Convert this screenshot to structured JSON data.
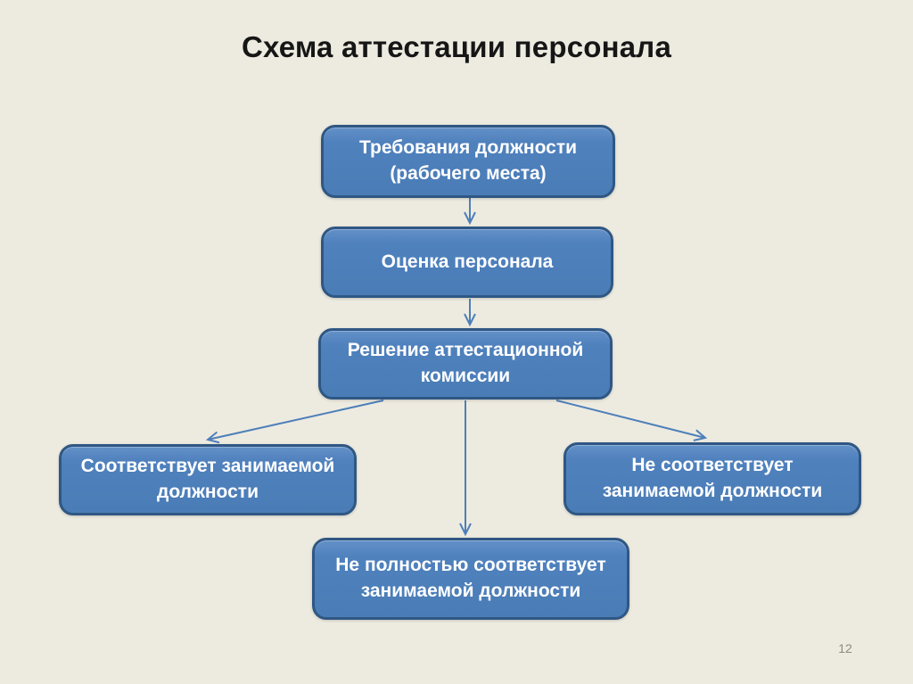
{
  "slide": {
    "title": "Схема аттестации персонала",
    "page_number": "12"
  },
  "diagram": {
    "type": "flowchart",
    "nodes": {
      "requirements": {
        "label": "Требования должности\n(рабочего места)"
      },
      "assessment": {
        "label": "Оценка персонала"
      },
      "decision": {
        "label": "Решение аттестационной\nкомиссии"
      },
      "matches": {
        "label": "Соответствует занимаемой\nдолжности"
      },
      "not_matches": {
        "label": "Не соответствует\nзанимаемой должности"
      },
      "partial": {
        "label": "Не полностью соответствует\nзанимаемой должности"
      }
    },
    "edges": [
      {
        "from": "requirements",
        "to": "assessment"
      },
      {
        "from": "assessment",
        "to": "decision"
      },
      {
        "from": "decision",
        "to": "matches"
      },
      {
        "from": "decision",
        "to": "partial"
      },
      {
        "from": "decision",
        "to": "not_matches"
      }
    ],
    "colors": {
      "background": "#EDEBE0",
      "node_fill": "#4F81BD",
      "node_border": "#2F5784",
      "node_text": "#FFFFFF",
      "connector": "#4E7FBA",
      "title_text": "#161616",
      "page_number_text": "#8B8B81"
    }
  }
}
